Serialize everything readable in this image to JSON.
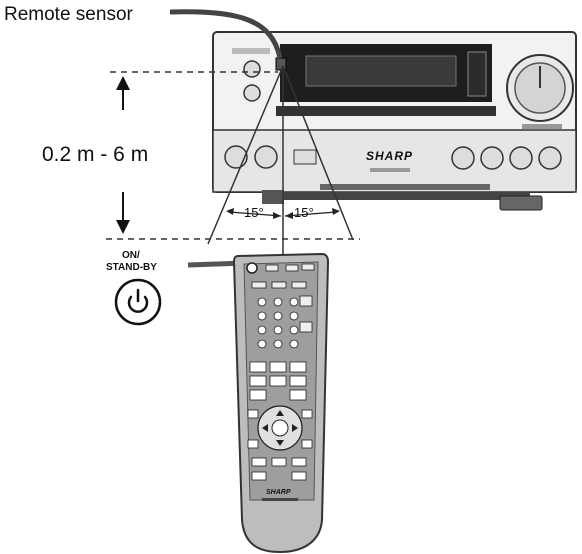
{
  "labels": {
    "remote_sensor": "Remote sensor",
    "distance": "0.2 m - 6 m",
    "angle_left": "15°",
    "angle_right": "15°",
    "on_standby_line1": "ON/",
    "on_standby_line2": "STAND-BY",
    "brand_unit": "SHARP",
    "brand_remote": "SHARP"
  },
  "icons": {
    "power": "power-icon",
    "remote": "remote-control-icon",
    "unit": "stereo-unit-icon"
  }
}
